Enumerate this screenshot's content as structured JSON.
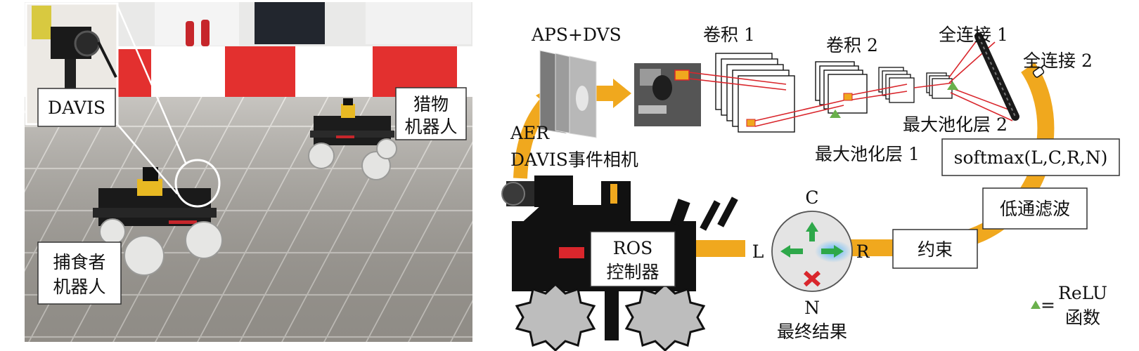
{
  "photo": {
    "camera_label": "DAVIS",
    "prey_label_line1": "猎物",
    "prey_label_line2": "机器人",
    "predator_label_line1": "捕食者",
    "predator_label_line2": "机器人"
  },
  "diagram": {
    "input_label": "APS+DVS",
    "aer_label": "AER",
    "camera_label": "DAVIS事件相机",
    "conv1_label": "卷积 1",
    "conv2_label": "卷积 2",
    "fc1_label": "全连接 1",
    "fc2_label": "全连接 2",
    "pool1_label": "最大池化层 1",
    "pool2_label": "最大池化层 2",
    "softmax_label": "softmax(L,C,R,N)",
    "lowpass_label": "低通滤波",
    "constraint_label": "约束",
    "ros_line1": "ROS",
    "ros_line2": "控制器",
    "dir_c": "C",
    "dir_l": "L",
    "dir_r": "R",
    "dir_n": "N",
    "result_label": "最终结果",
    "relu_line1": "ReLU",
    "relu_line2": "函数",
    "relu_eq": "=",
    "arrow_color": "#f0a81e",
    "relu_color": "#6ab04c",
    "accent_red": "#d9262c"
  }
}
